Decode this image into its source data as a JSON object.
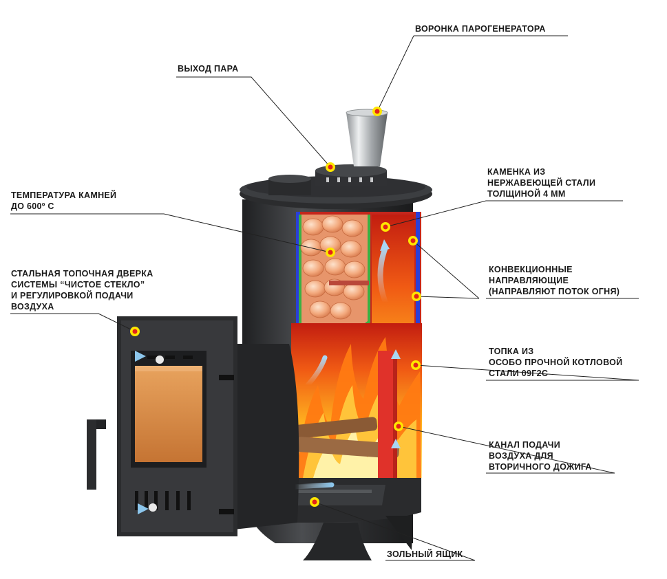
{
  "annotations": {
    "funnel": "ВОРОНКА ПАРОГЕНЕРАТОРА",
    "steam_exit": "ВЫХОД ПАРА",
    "stone_temp": "ТЕМПЕРАТУРА КАМНЕЙ\nДО 600º С",
    "heater": "КАМЕНКА ИЗ\nНЕРЖАВЕЮЩЕЙ СТАЛИ\nТОЛЩИНОЙ 4 ММ",
    "door": "СТАЛЬНАЯ ТОПОЧНАЯ ДВЕРКА\nСИСТЕМЫ “ЧИСТОЕ СТЕКЛО”\nИ РЕГУЛИРОВКОЙ ПОДАЧИ\nВОЗДУХА",
    "convection": "КОНВЕКЦИОННЫЕ\nНАПРАВЛЯЮЩИЕ\n(НАПРАВЛЯЮТ ПОТОК ОГНЯ)",
    "firebox": "ТОПКА ИЗ\nОСОБО ПРОЧНОЙ КОТЛОВОЙ\nСТАЛИ 09Г2С",
    "air_channel": "КАНАЛ ПОДАЧИ\nВОЗДУХА ДЛЯ\nВТОРИЧНОГО ДОЖИГА",
    "ash_box": "ЗОЛЬНЫЙ ЯЩИК"
  },
  "colors": {
    "body": "#2e2f31",
    "body_light": "#4a4c4f",
    "firebox_red": "#e0322a",
    "insulation_blue": "#2a3fd8",
    "guide_green": "#3bb043",
    "stone": "#f2b28a",
    "marker_yellow": "#ffe600",
    "marker_red": "#e2231a",
    "glass": "#d98a45",
    "air": "#9fd0ee"
  },
  "icons": [
    "hotspot-marker-icon",
    "air-flow-arrow-icon",
    "flame-icon",
    "stone-icon"
  ]
}
